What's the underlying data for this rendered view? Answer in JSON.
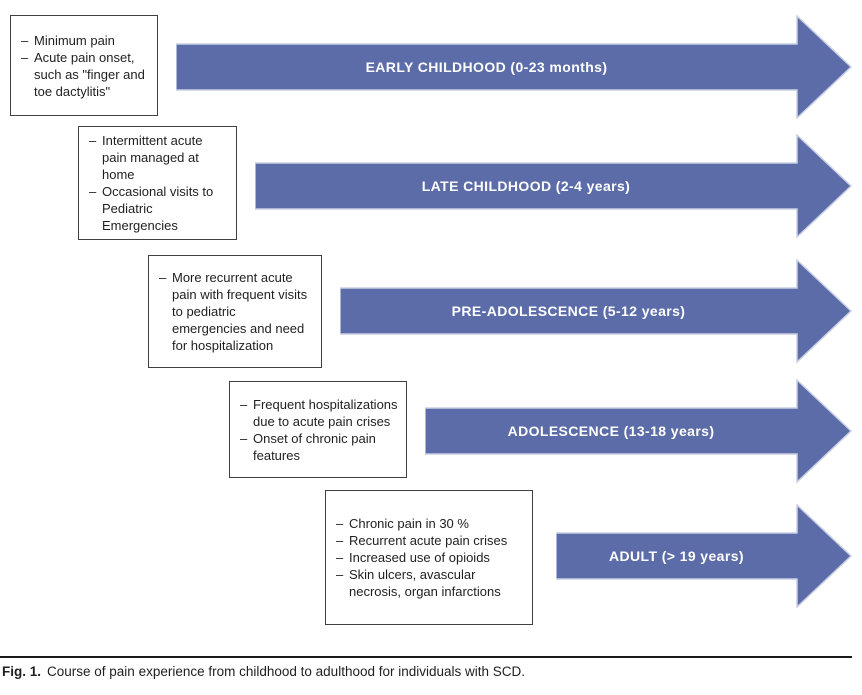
{
  "figure": {
    "caption_label": "Fig. 1.",
    "caption_text": "Course of pain experience from childhood to adulthood for individuals with SCD."
  },
  "colors": {
    "arrow_fill": "#5B6CA8",
    "arrow_outline": "#C9CFE4",
    "arrow_label_text": "#FFFFFF",
    "box_border": "#404040",
    "body_text": "#1F1F1F"
  },
  "bullet_glyph": "–",
  "stages": [
    {
      "label": "EARLY CHILDHOOD (0-23 months)",
      "notes": [
        "Minimum pain",
        "Acute pain onset, such as \"finger and toe dactylitis\""
      ]
    },
    {
      "label": "LATE CHILDHOOD (2-4 years)",
      "notes": [
        "Intermittent acute pain managed at home",
        "Occasional visits to Pediatric Emergencies"
      ]
    },
    {
      "label": "PRE-ADOLESCENCE (5-12 years)",
      "notes": [
        "More recurrent acute pain with frequent visits to pediatric emergencies and need for hospitalization"
      ]
    },
    {
      "label": "ADOLESCENCE (13-18 years)",
      "notes": [
        "Frequent hospitalizations due to acute pain crises",
        "Onset of chronic pain features"
      ]
    },
    {
      "label": "ADULT (> 19 years)",
      "notes": [
        "Chronic pain in 30 %",
        "Recurrent acute pain crises",
        "Increased use of opioids",
        "Skin ulcers, avascular necrosis, organ infarctions"
      ]
    }
  ]
}
